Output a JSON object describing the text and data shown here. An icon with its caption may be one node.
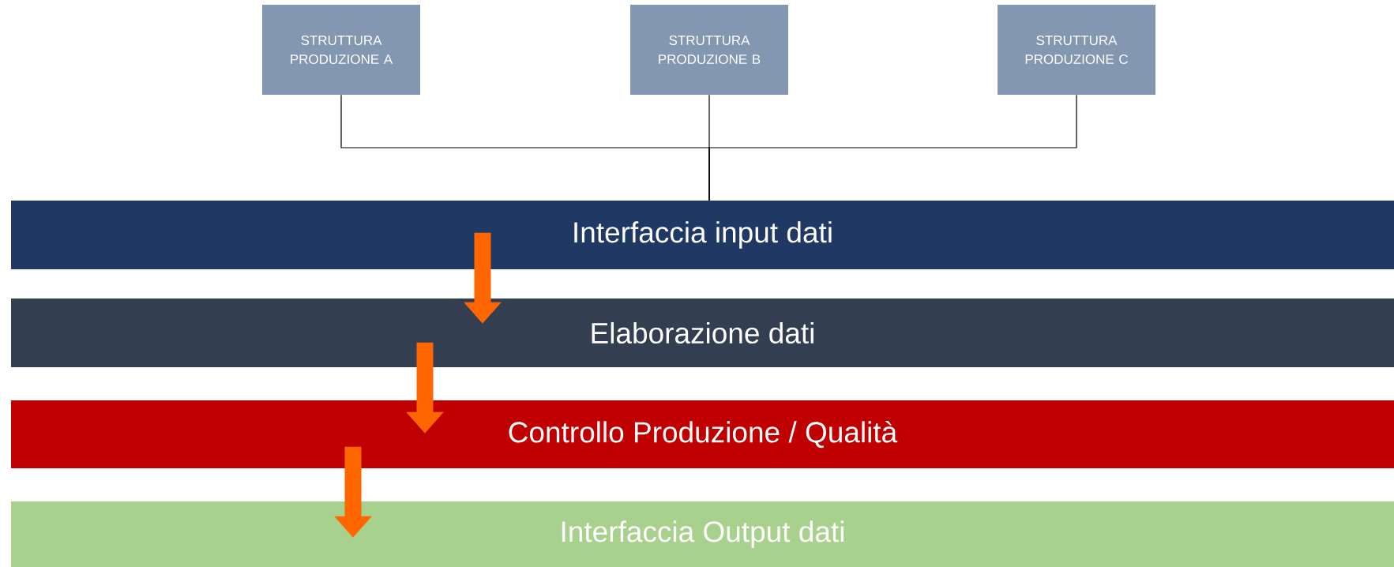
{
  "diagram": {
    "nodes": [
      {
        "text": [
          "STRUTTURA PRODUZIONE A"
        ]
      },
      {
        "text": [
          "STRUTTURA PRODUZIONE B"
        ]
      },
      {
        "text": [
          "STRUTTURA PRODUZIONE C"
        ]
      },
      {
        "text": [
          "Interfaccia input dati"
        ]
      },
      {
        "text": [
          "Elaborazione dati"
        ]
      },
      {
        "text": [
          "Controllo Produzione / Qualità"
        ]
      },
      {
        "text": [
          "Interfaccia Output dati"
        ]
      }
    ],
    "edges": [
      {
        "from": 0,
        "to": 3,
        "arrow": "none"
      },
      {
        "from": 1,
        "to": 3,
        "arrow": "none"
      },
      {
        "from": 2,
        "to": 3,
        "arrow": "none"
      },
      {
        "from": 3,
        "to": 4,
        "arrow": "to",
        "style": "thick",
        "color": "#ff6600"
      },
      {
        "from": 4,
        "to": 5,
        "arrow": "to",
        "style": "thick",
        "color": "#ff6600"
      },
      {
        "from": 5,
        "to": 6,
        "arrow": "to",
        "style": "thick",
        "color": "#ff6600"
      }
    ]
  }
}
